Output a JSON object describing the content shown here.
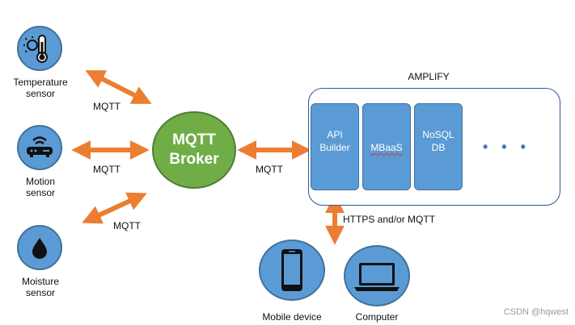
{
  "sensors": {
    "temperature": {
      "label": "Temperature\nsensor",
      "icon": "thermometer-icon"
    },
    "motion": {
      "label": "Motion\nsensor",
      "icon": "motion-sensor-icon"
    },
    "moisture": {
      "label": "Moisture\nsensor",
      "icon": "water-drop-icon"
    }
  },
  "links": {
    "temperature_protocol": "MQTT",
    "motion_protocol": "MQTT",
    "moisture_protocol": "MQTT",
    "broker_amplify_protocol": "MQTT",
    "amplify_devices_protocol": "HTTPS and/or MQTT"
  },
  "broker": {
    "line1": "MQTT",
    "line2": "Broker"
  },
  "amplify": {
    "title": "AMPLIFY",
    "blocks": [
      {
        "label": "API\nBuilder"
      },
      {
        "label": "MBaaS"
      },
      {
        "label": "NoSQL\nDB"
      }
    ],
    "more": "• • •"
  },
  "devices": {
    "mobile": {
      "label": "Mobile device",
      "icon": "smartphone-icon"
    },
    "computer": {
      "label": "Computer",
      "icon": "laptop-icon"
    }
  },
  "watermark": "CSDN @hqwest",
  "colors": {
    "node_blue": "#5b9bd5",
    "broker_green": "#70ad47",
    "arrow_orange": "#ed7d31",
    "frame_blue": "#2f5597"
  }
}
